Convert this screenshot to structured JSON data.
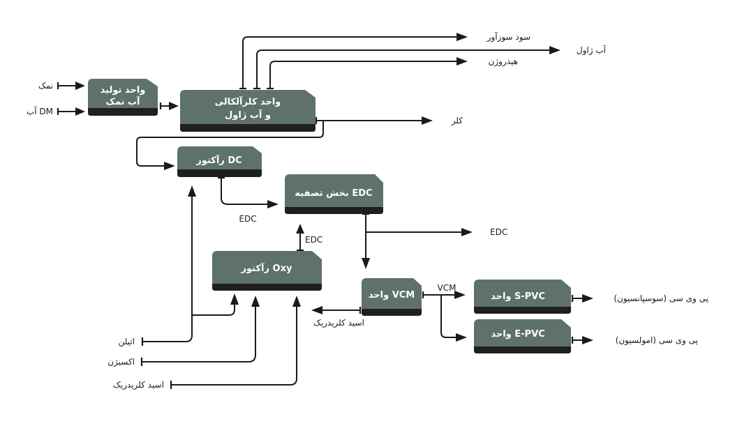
{
  "diagram": {
    "colors": {
      "box": "#5e716d",
      "box_footer": "#1f1f1f",
      "line": "#1a1a1a",
      "background": "#ffffff"
    },
    "units": {
      "brine": {
        "title_line1": "واحد تولید",
        "title_line2": "آب نمک"
      },
      "chloralkali": {
        "title_line1": "واحد کلرآلکالی",
        "title_line2": "و آب ژاول"
      },
      "dc_reactor": {
        "title": "رآکتور DC"
      },
      "edc_purification": {
        "title": "بخش تصفیه EDC"
      },
      "oxy_reactor": {
        "title": "رآکتور Oxy"
      },
      "vcm_unit": {
        "title": "واحد VCM"
      },
      "spvc_unit": {
        "title": "واحد S-PVC"
      },
      "epvc_unit": {
        "title": "واحد E-PVC"
      }
    },
    "inputs": {
      "salt": "نمک",
      "dm_water": "آب DM",
      "ethylene": "اتیلن",
      "oxygen": "اکسیژن",
      "hcl_in": "اسید کلریدریک"
    },
    "outputs": {
      "caustic_soda": "سود سوزآور",
      "bleach": "آب ژاول",
      "hydrogen": "هیدروژن",
      "chlorine": "کلر",
      "edc_product": "EDC",
      "s_pvc": "پی وی سی (سوسپانسیون)",
      "e_pvc": "پی وی سی (امولسیون)"
    },
    "streams": {
      "edc_from_dc": "EDC",
      "edc_from_oxy": "EDC",
      "vcm": "VCM",
      "hcl_recycle": "اسید کلریدریک"
    }
  }
}
